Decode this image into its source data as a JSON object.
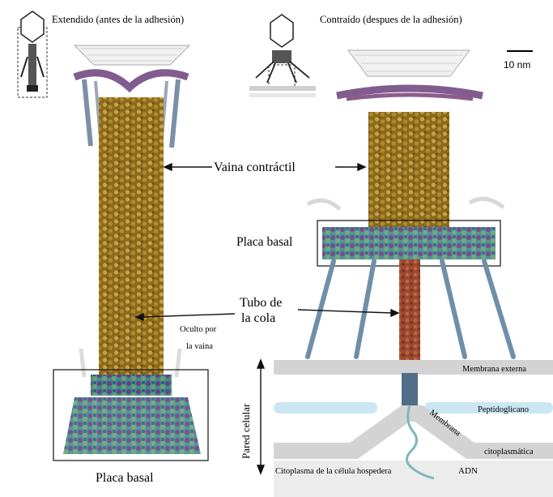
{
  "panels": {
    "left_title": "Extendido (antes de la adhesión)",
    "right_title": "Contraído (despues de la adhesión)"
  },
  "scale_bar": {
    "label": "10 nm"
  },
  "labels": {
    "vaina_contractil": "Vaina contráctil",
    "placa_basal_right": "Placa basal",
    "tubo_line1": "Tubo de",
    "tubo_line2": "la cola",
    "oculto_line1": "Oculto por",
    "oculto_line2": "la vaina",
    "placa_basal_left": "Placa basal",
    "pared_celular": "Pared celular",
    "membrana_externa": "Membrana externa",
    "peptidoglicano": "Peptidoglicano",
    "membrana_word": "Membrana",
    "citoplasmatica": "citoplasmática",
    "citoplasma": "Citoplasma de la célula hospedera",
    "adn": "ADN"
  },
  "colors": {
    "sheath": "#8a6a1c",
    "sheath_light": "#c9a24a",
    "baseplate_purple": "#6b3f7a",
    "baseplate_teal": "#3f8a95",
    "tube_red": "#a0472d",
    "membrane_gray": "#d3d3d3",
    "peptidoglycan_blue": "#cbe7f1",
    "fiber_blue": "#6f8fa8"
  }
}
